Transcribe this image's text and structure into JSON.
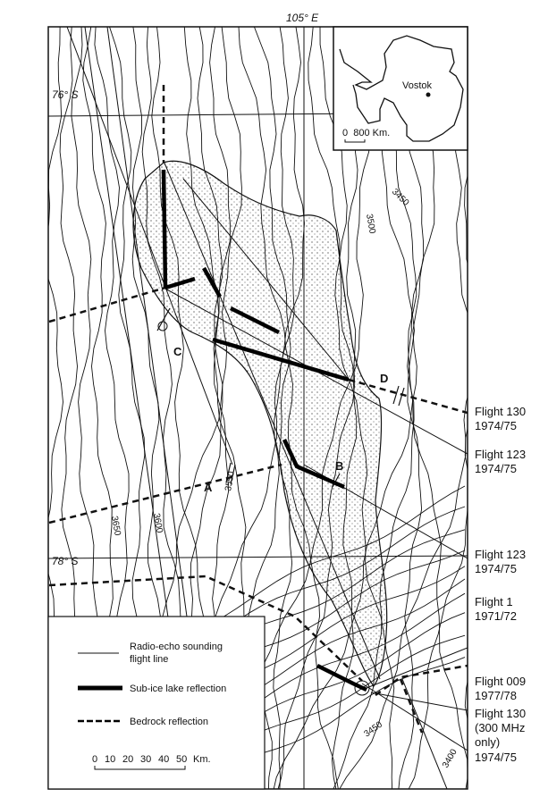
{
  "map": {
    "meridian_label": "105° E",
    "lat_labels": [
      "76° S",
      "78° S"
    ],
    "point_labels": [
      "A",
      "B",
      "C",
      "D"
    ],
    "contour_labels": [
      "3450",
      "3500",
      "3550",
      "3600",
      "3650",
      "3450",
      "3400"
    ],
    "inset": {
      "place": "Vostok",
      "scale_label": "0  800 Km."
    },
    "flight_labels": [
      {
        "l1": "Flight 130",
        "l2": "1974/75"
      },
      {
        "l1": "Flight 123",
        "l2": "1974/75"
      },
      {
        "l1": "Flight 123",
        "l2": "1974/75"
      },
      {
        "l1": "Flight 1",
        "l2": "1971/72"
      },
      {
        "l1": "Flight 009",
        "l2": "1977/78"
      },
      {
        "l1": "Flight 130",
        "l2": "(300 MHz",
        "l3": "only)",
        "l4": "1974/75"
      }
    ]
  },
  "legend": {
    "flight_line_1": "Radio-echo sounding",
    "flight_line_2": "flight line",
    "lake": "Sub-ice lake reflection",
    "bedrock": "Bedrock reflection",
    "scale_ticks": [
      "0",
      "10",
      "20",
      "30",
      "40",
      "50"
    ],
    "scale_unit": "Km."
  }
}
